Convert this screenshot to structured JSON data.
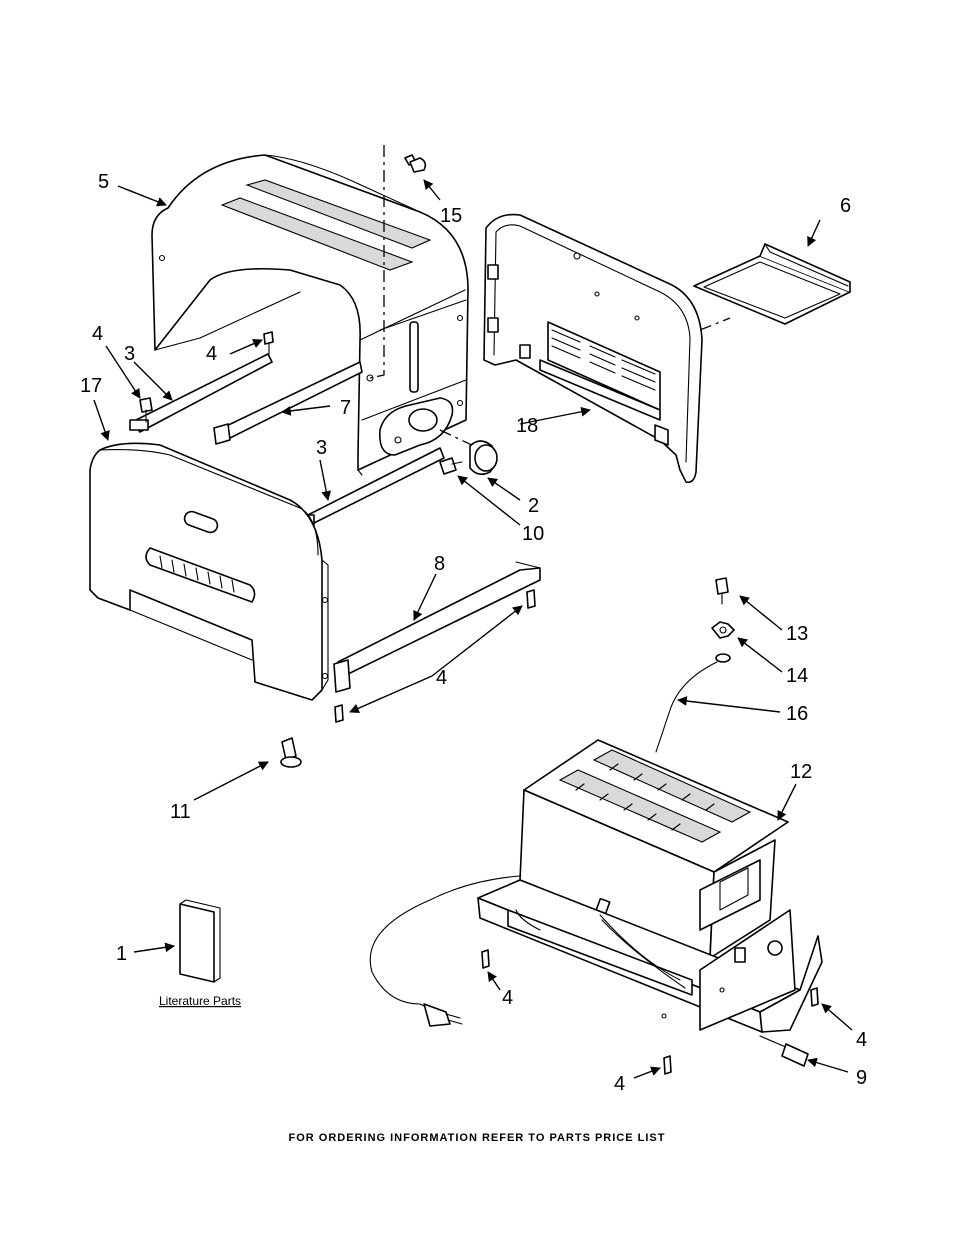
{
  "callouts": {
    "c1": "1",
    "c2": "2",
    "c3a": "3",
    "c3b": "3",
    "c4a": "4",
    "c4b": "4",
    "c4c": "4",
    "c4d": "4",
    "c4e": "4",
    "c4f": "4",
    "c5": "5",
    "c6": "6",
    "c7": "7",
    "c8": "8",
    "c9": "9",
    "c10": "10",
    "c11": "11",
    "c12": "12",
    "c13": "13",
    "c14": "14",
    "c15": "15",
    "c16": "16",
    "c17": "17",
    "c18": "18"
  },
  "literature_label": "Literature Parts",
  "footer": "FOR ORDERING INFORMATION REFER TO PARTS PRICE LIST"
}
